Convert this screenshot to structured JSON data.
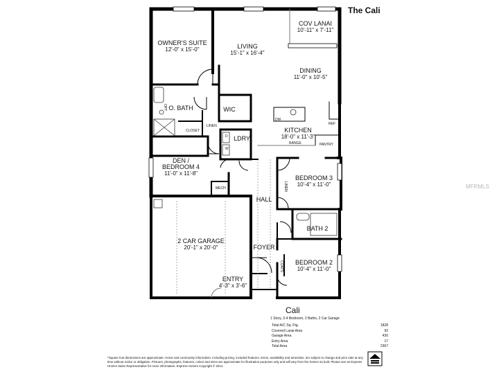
{
  "header": {
    "title": "The Cali"
  },
  "rooms": {
    "owners_suite": {
      "name": "OWNER'S SUITE",
      "dims": "12'-0\" x 15'-0\""
    },
    "living": {
      "name": "LIVING",
      "dims": "15'-1\" x 16'-4\""
    },
    "cov_lanai": {
      "name": "COV LANAI",
      "dims": "10'-11\" x 7'-11\""
    },
    "dining": {
      "name": "DINING",
      "dims": "11'-0\" x 10'-5\""
    },
    "o_bath": {
      "name": "O. BATH"
    },
    "wic": {
      "name": "WIC"
    },
    "kitchen": {
      "name": "KITCHEN",
      "dims": "18'-0\" x 11'-3\""
    },
    "ldry": {
      "name": "LDRY"
    },
    "den": {
      "name": "DEN /",
      "name2": "BEDROOM 4",
      "dims": "11'-0\" x 11'-8\""
    },
    "bedroom3": {
      "name": "BEDROOM 3",
      "dims": "10'-4\" x 11'-0\""
    },
    "hall": {
      "name": "HALL"
    },
    "bath2": {
      "name": "BATH 2"
    },
    "garage": {
      "name": "2 CAR GARAGE",
      "dims": "20'-1\" x 20'-0\""
    },
    "foyer": {
      "name": "FOYER"
    },
    "bedroom2": {
      "name": "BEDROOM 2",
      "dims": "10'-4\" x 11'-0\""
    },
    "entry": {
      "name": "ENTRY",
      "dims": "4'-3\" x 3'-6\""
    }
  },
  "small_labels": {
    "closet": "CLOSET",
    "linen": "LINEN",
    "dw": "DW",
    "ref": "REF",
    "range": "RANGE",
    "pantry": "PANTRY",
    "mech": "MECH",
    "coats": "COATS",
    "linen2": "LINEN",
    "d": "D",
    "w": "W",
    "opt": "OPT"
  },
  "watermark": "MFRMLS",
  "summary": {
    "plan_name": "Cali",
    "subtitle": "1 Story, 3-4 Bedroom, 2 Baths, 2 Car Garage",
    "areas": [
      {
        "label": "Total A/C Sq. Ftg.",
        "value": "1828"
      },
      {
        "label": "Covered Lanai Area",
        "value": "92"
      },
      {
        "label": "Garage Area",
        "value": "430"
      },
      {
        "label": "Entry Area",
        "value": "17"
      },
      {
        "label": "Total Area",
        "value": "2367"
      }
    ]
  },
  "footnote": "*Square foot dimensions are approximate. Home and community information, including pricing, included features, terms, availability and amenities, are subject to change and prior sale at any time without notice or obligation. Pictures, photographs, features, colors and sizes are approximate for illustration purposes only and will vary from the homes as built. Please see an Express Homes Sales Representative for more information. Express Homes Copyright © 2014."
}
